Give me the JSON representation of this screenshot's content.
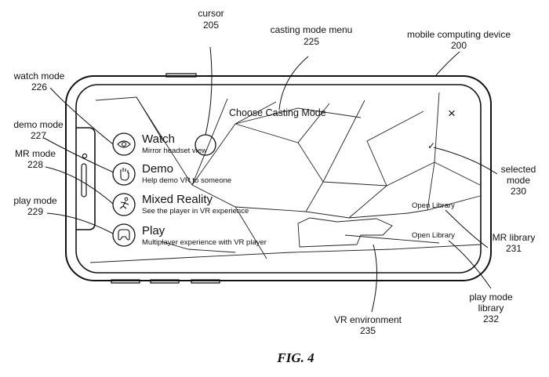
{
  "figure": {
    "caption": "FIG. 4",
    "labels": {
      "cursor": "cursor",
      "cursor_num": "205",
      "casting_menu": "casting mode menu",
      "casting_menu_num": "225",
      "device": "mobile computing device",
      "device_num": "200",
      "watch_mode": "watch mode",
      "watch_mode_num": "226",
      "demo_mode": "demo mode",
      "demo_mode_num": "227",
      "mr_mode": "MR mode",
      "mr_mode_num": "228",
      "play_mode": "play mode",
      "play_mode_num": "229",
      "selected_1": "selected",
      "selected_2": "mode",
      "selected_num": "230",
      "mr_library": "MR library",
      "mr_library_num": "231",
      "play_library_1": "play mode",
      "play_library_2": "library",
      "play_library_num": "232",
      "vr_env": "VR environment",
      "vr_env_num": "235"
    }
  },
  "screen": {
    "menu_title": "Choose Casting Mode",
    "close_icon": "×",
    "check_icon": "✓",
    "items": [
      {
        "title": "Watch",
        "subtitle": "Mirror headset view",
        "icon": "eye-icon"
      },
      {
        "title": "Demo",
        "subtitle": "Help demo VR to someone",
        "icon": "hand-icon"
      },
      {
        "title": "Mixed Reality",
        "subtitle": "See the player in VR experience",
        "icon": "running-person-icon"
      },
      {
        "title": "Play",
        "subtitle": "Multiplayer experience with VR player",
        "icon": "gamepad-icon"
      }
    ],
    "open_library_mr": "Open Library",
    "open_library_play": "Open Library"
  }
}
